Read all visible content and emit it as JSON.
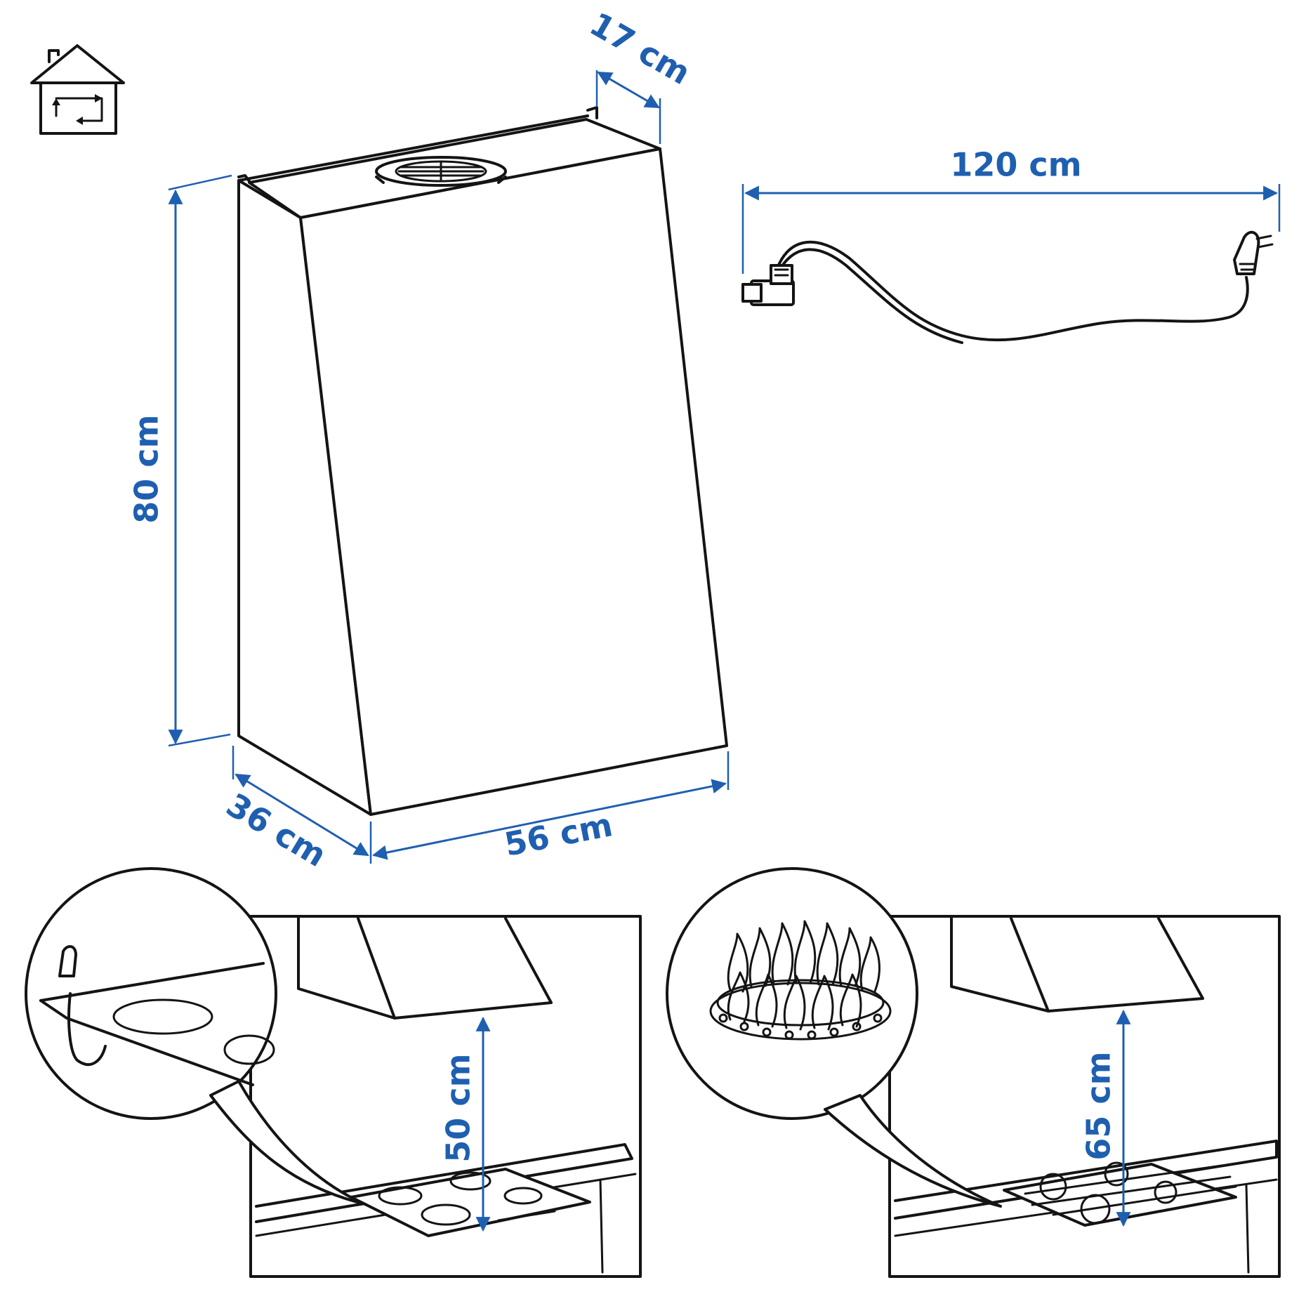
{
  "dimensions": {
    "depth_top": "17 cm",
    "height": "80 cm",
    "depth_bottom": "36 cm",
    "width": "56 cm",
    "cable_length": "120 cm",
    "min_height_electric": "50 cm",
    "min_height_gas": "65 cm"
  },
  "icons": {
    "recirculation": "house-recirculation-icon",
    "plug": "power-plug-icon",
    "electric_hob": "electric-hob-icon",
    "gas_hob": "gas-hob-icon",
    "gas_burner": "gas-burner-flame-icon"
  },
  "colors": {
    "dimension": "#1f5fb0",
    "line": "#141414"
  }
}
